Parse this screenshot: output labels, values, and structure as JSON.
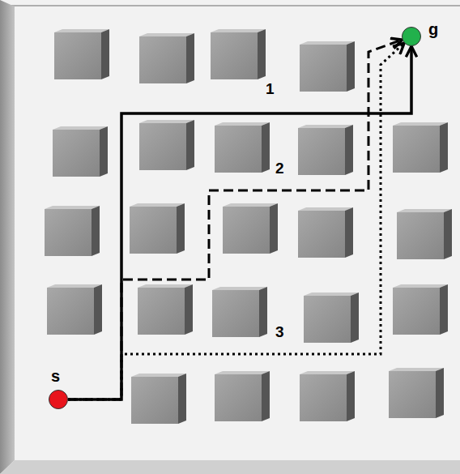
{
  "diagram": {
    "nodes": [
      {
        "text": [
          "s"
        ]
      },
      {
        "text": [
          "g"
        ]
      }
    ],
    "edges": [
      {
        "from": 0,
        "to": 1,
        "arrow": "to",
        "label": "1"
      },
      {
        "from": 0,
        "to": 1,
        "arrow": "to",
        "label": "2"
      },
      {
        "from": 0,
        "to": 1,
        "arrow": "to",
        "label": "3"
      }
    ]
  }
}
